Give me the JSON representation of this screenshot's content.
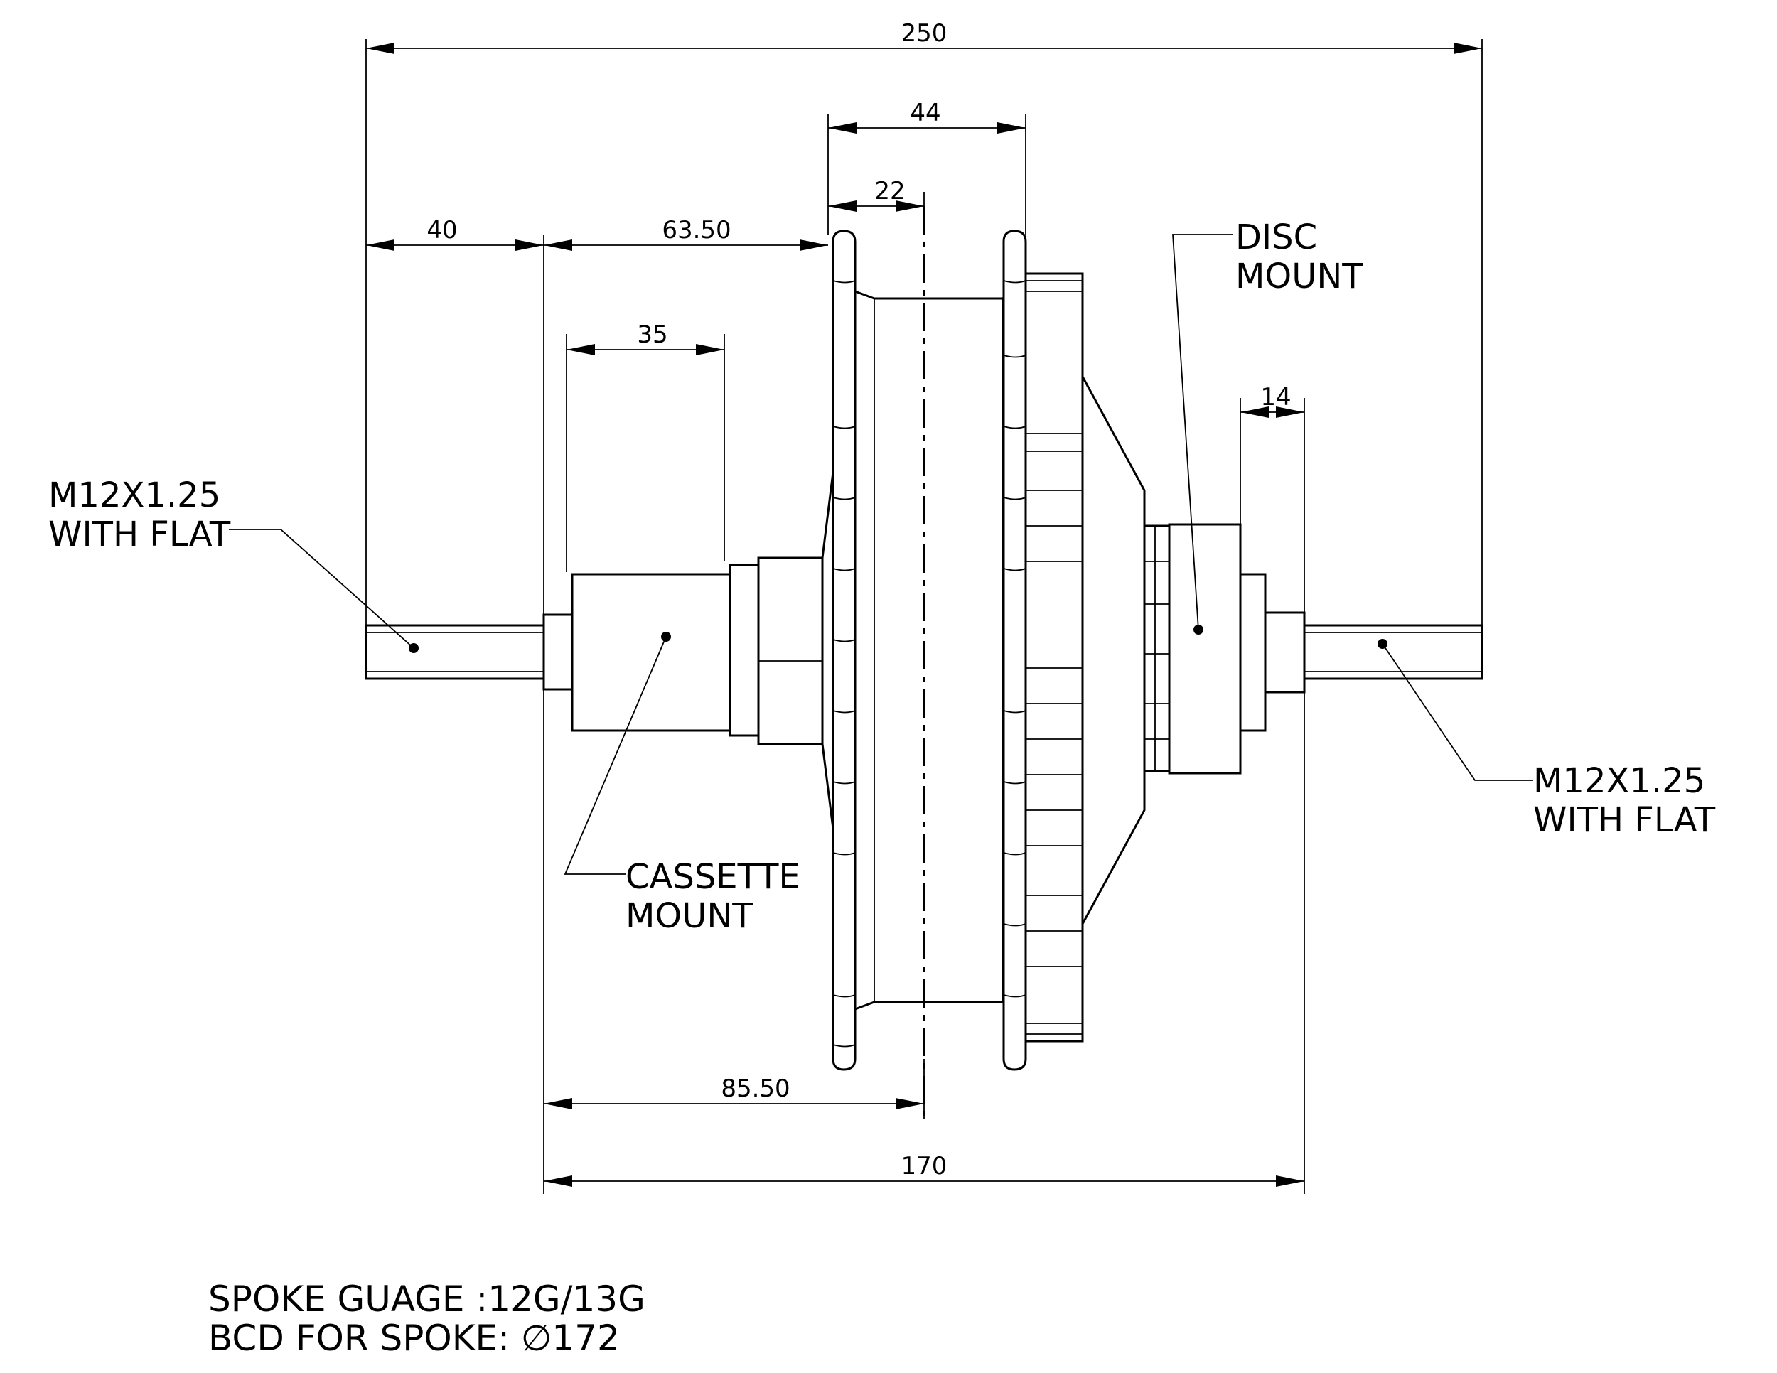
{
  "dimensions": {
    "overall_axle": "250",
    "shell_width": "44",
    "shell_half": "22",
    "axle_left": "40",
    "left_to_flange": "63.50",
    "cassette_width": "35",
    "disc_offset": "14",
    "left_to_center": "85.50",
    "locknut_width": "170"
  },
  "callouts": {
    "left_axle": [
      "M12X1.25",
      "WITH FLAT"
    ],
    "right_axle": [
      "M12X1.25",
      "WITH FLAT"
    ],
    "disc": [
      "DISC",
      "MOUNT"
    ],
    "cassette": [
      "CASSETTE",
      "MOUNT"
    ]
  },
  "notes": {
    "spoke_gauge": "SPOKE GUAGE :12G/13G",
    "bcd": "BCD FOR SPOKE: ∅172"
  }
}
